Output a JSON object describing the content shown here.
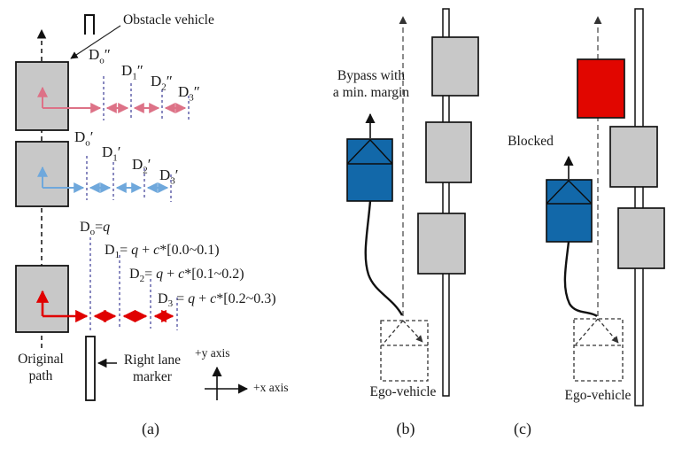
{
  "colors": {
    "obstacle_gray": "#c8c8c8",
    "ego_blue": "#1268a9",
    "blocked_red": "#e10600",
    "arrow_pink": "#dd7287",
    "arrow_blue": "#6fa8dc",
    "arrow_red": "#e00000",
    "tick_navy": "#3c3c96"
  },
  "panel_a": {
    "obstacle_label": "Obstacle vehicle",
    "d_row1": [
      {
        "base": "D",
        "sub": "o",
        "mark": "″"
      },
      {
        "base": "D",
        "sub": "1",
        "mark": "″"
      },
      {
        "base": "D",
        "sub": "2",
        "mark": "″"
      },
      {
        "base": "D",
        "sub": "3",
        "mark": "″"
      }
    ],
    "d_row2": [
      {
        "base": "D",
        "sub": "o",
        "mark": "′"
      },
      {
        "base": "D",
        "sub": "1",
        "mark": "′"
      },
      {
        "base": "D",
        "sub": "2",
        "mark": "′"
      },
      {
        "base": "D",
        "sub": "3",
        "mark": "′"
      }
    ],
    "d_row3": [
      {
        "base": "D",
        "sub": "o",
        "eq": "=",
        "q": "q",
        "plus": "",
        "c": "",
        "rest": ""
      },
      {
        "base": "D",
        "sub": "1",
        "eq": "= ",
        "q": "q",
        "plus": " + ",
        "c": "c",
        "rest": "*[0.0~0.1)"
      },
      {
        "base": "D",
        "sub": "2",
        "eq": "= ",
        "q": "q",
        "plus": " + ",
        "c": "c",
        "rest": "*[0.1~0.2)"
      },
      {
        "base": "D",
        "sub": "3",
        "eq": " = ",
        "q": "q",
        "plus": " + ",
        "c": "c",
        "rest": "*[0.2~0.3)"
      }
    ],
    "original_path_line1": "Original",
    "original_path_line2": "path",
    "lane_marker_line1": "Right lane",
    "lane_marker_line2": "marker",
    "y_axis_label": "+y axis",
    "x_axis_label": "+x axis",
    "caption": "(a)"
  },
  "panel_b": {
    "bypass_line1": "Bypass with",
    "bypass_line2": "a min. margin",
    "ego_label": "Ego-vehicle",
    "caption": "(b)"
  },
  "panel_c": {
    "blocked_label": "Blocked",
    "ego_label": "Ego-vehicle",
    "caption": "(c)"
  }
}
